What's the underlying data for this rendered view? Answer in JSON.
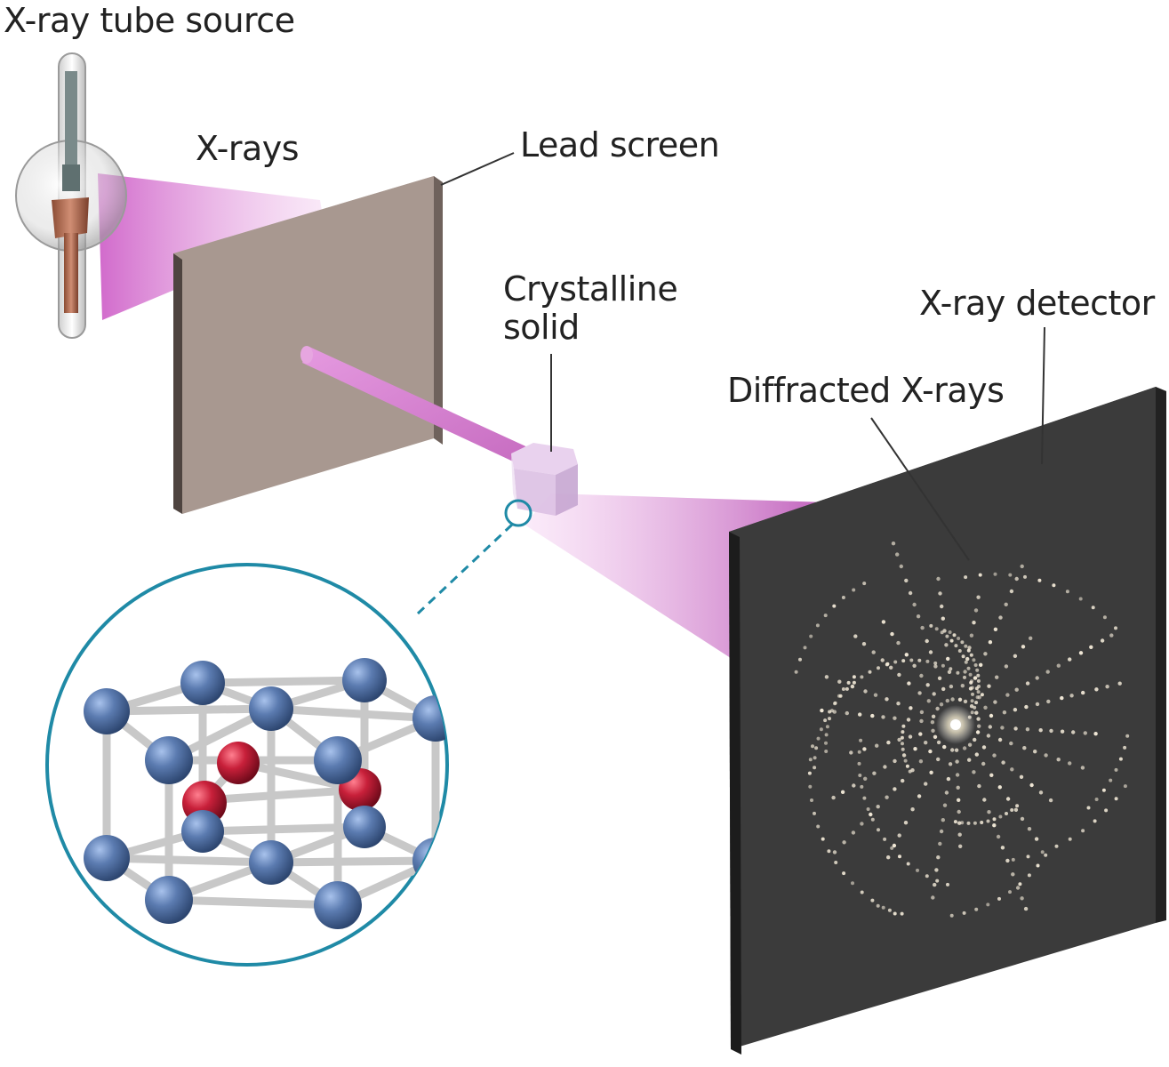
{
  "labels": {
    "tube_source": "X-ray tube source",
    "xrays": "X-rays",
    "lead_screen": "Lead screen",
    "crystalline_line1": "Crystalline",
    "crystalline_line2": "solid",
    "detector": "X-ray detector",
    "diffracted": "Diffracted X-rays"
  },
  "colors": {
    "beam": "#d67ad0",
    "lead_screen": "#a89890",
    "detector": "#3b3b3b",
    "atom_blue": "#5b7bb0",
    "atom_red": "#c8203a",
    "magnifier_ring": "#1f8aa6"
  }
}
